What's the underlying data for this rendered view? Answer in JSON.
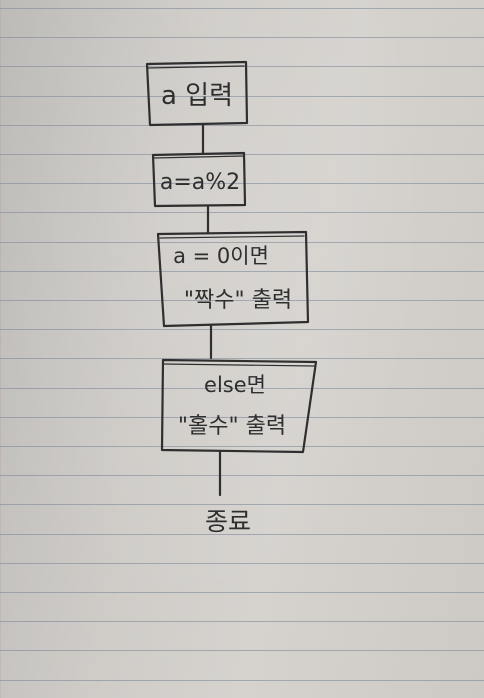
{
  "flowchart": {
    "steps": [
      {
        "text": "a 입력"
      },
      {
        "text": "a=a%2"
      },
      {
        "text": "a = 0이면",
        "text2": "\"짝수\" 출력"
      },
      {
        "text": "else면",
        "text2": "\"홀수\" 출력"
      }
    ],
    "end_label": "종료"
  },
  "colors": {
    "paper": "#d2cfcb",
    "rule_line": "#7884a0",
    "pencil": "#2e2e2e"
  }
}
